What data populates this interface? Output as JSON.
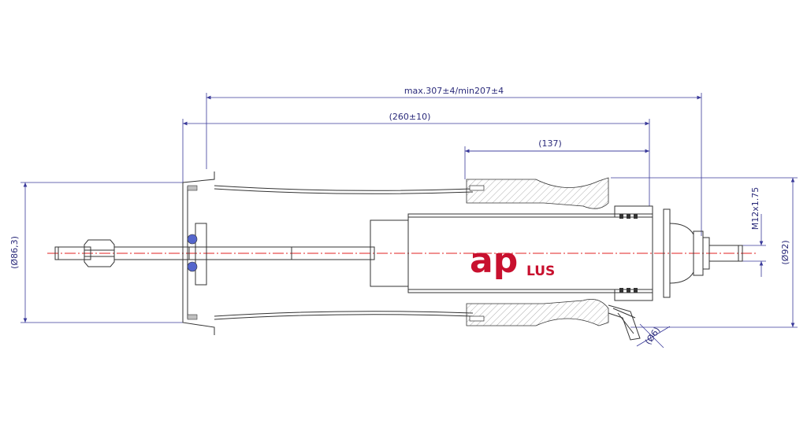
{
  "dimensions": {
    "overall_length": "max.307±4/min207±4",
    "compressed_length": "(260±10)",
    "body_length": "(137)",
    "left_diameter": "(Ø86,3)",
    "right_diameter": "(Ø92)",
    "thread": "M12x1.75",
    "fitting_diameter": "(Ø6)"
  },
  "logo": {
    "primary": "ap",
    "secondary": "LUS"
  },
  "colors": {
    "dimension": "#3a3a9a",
    "axis": "#e02020",
    "logo": "#c8102e",
    "seal": "#5566cc"
  }
}
